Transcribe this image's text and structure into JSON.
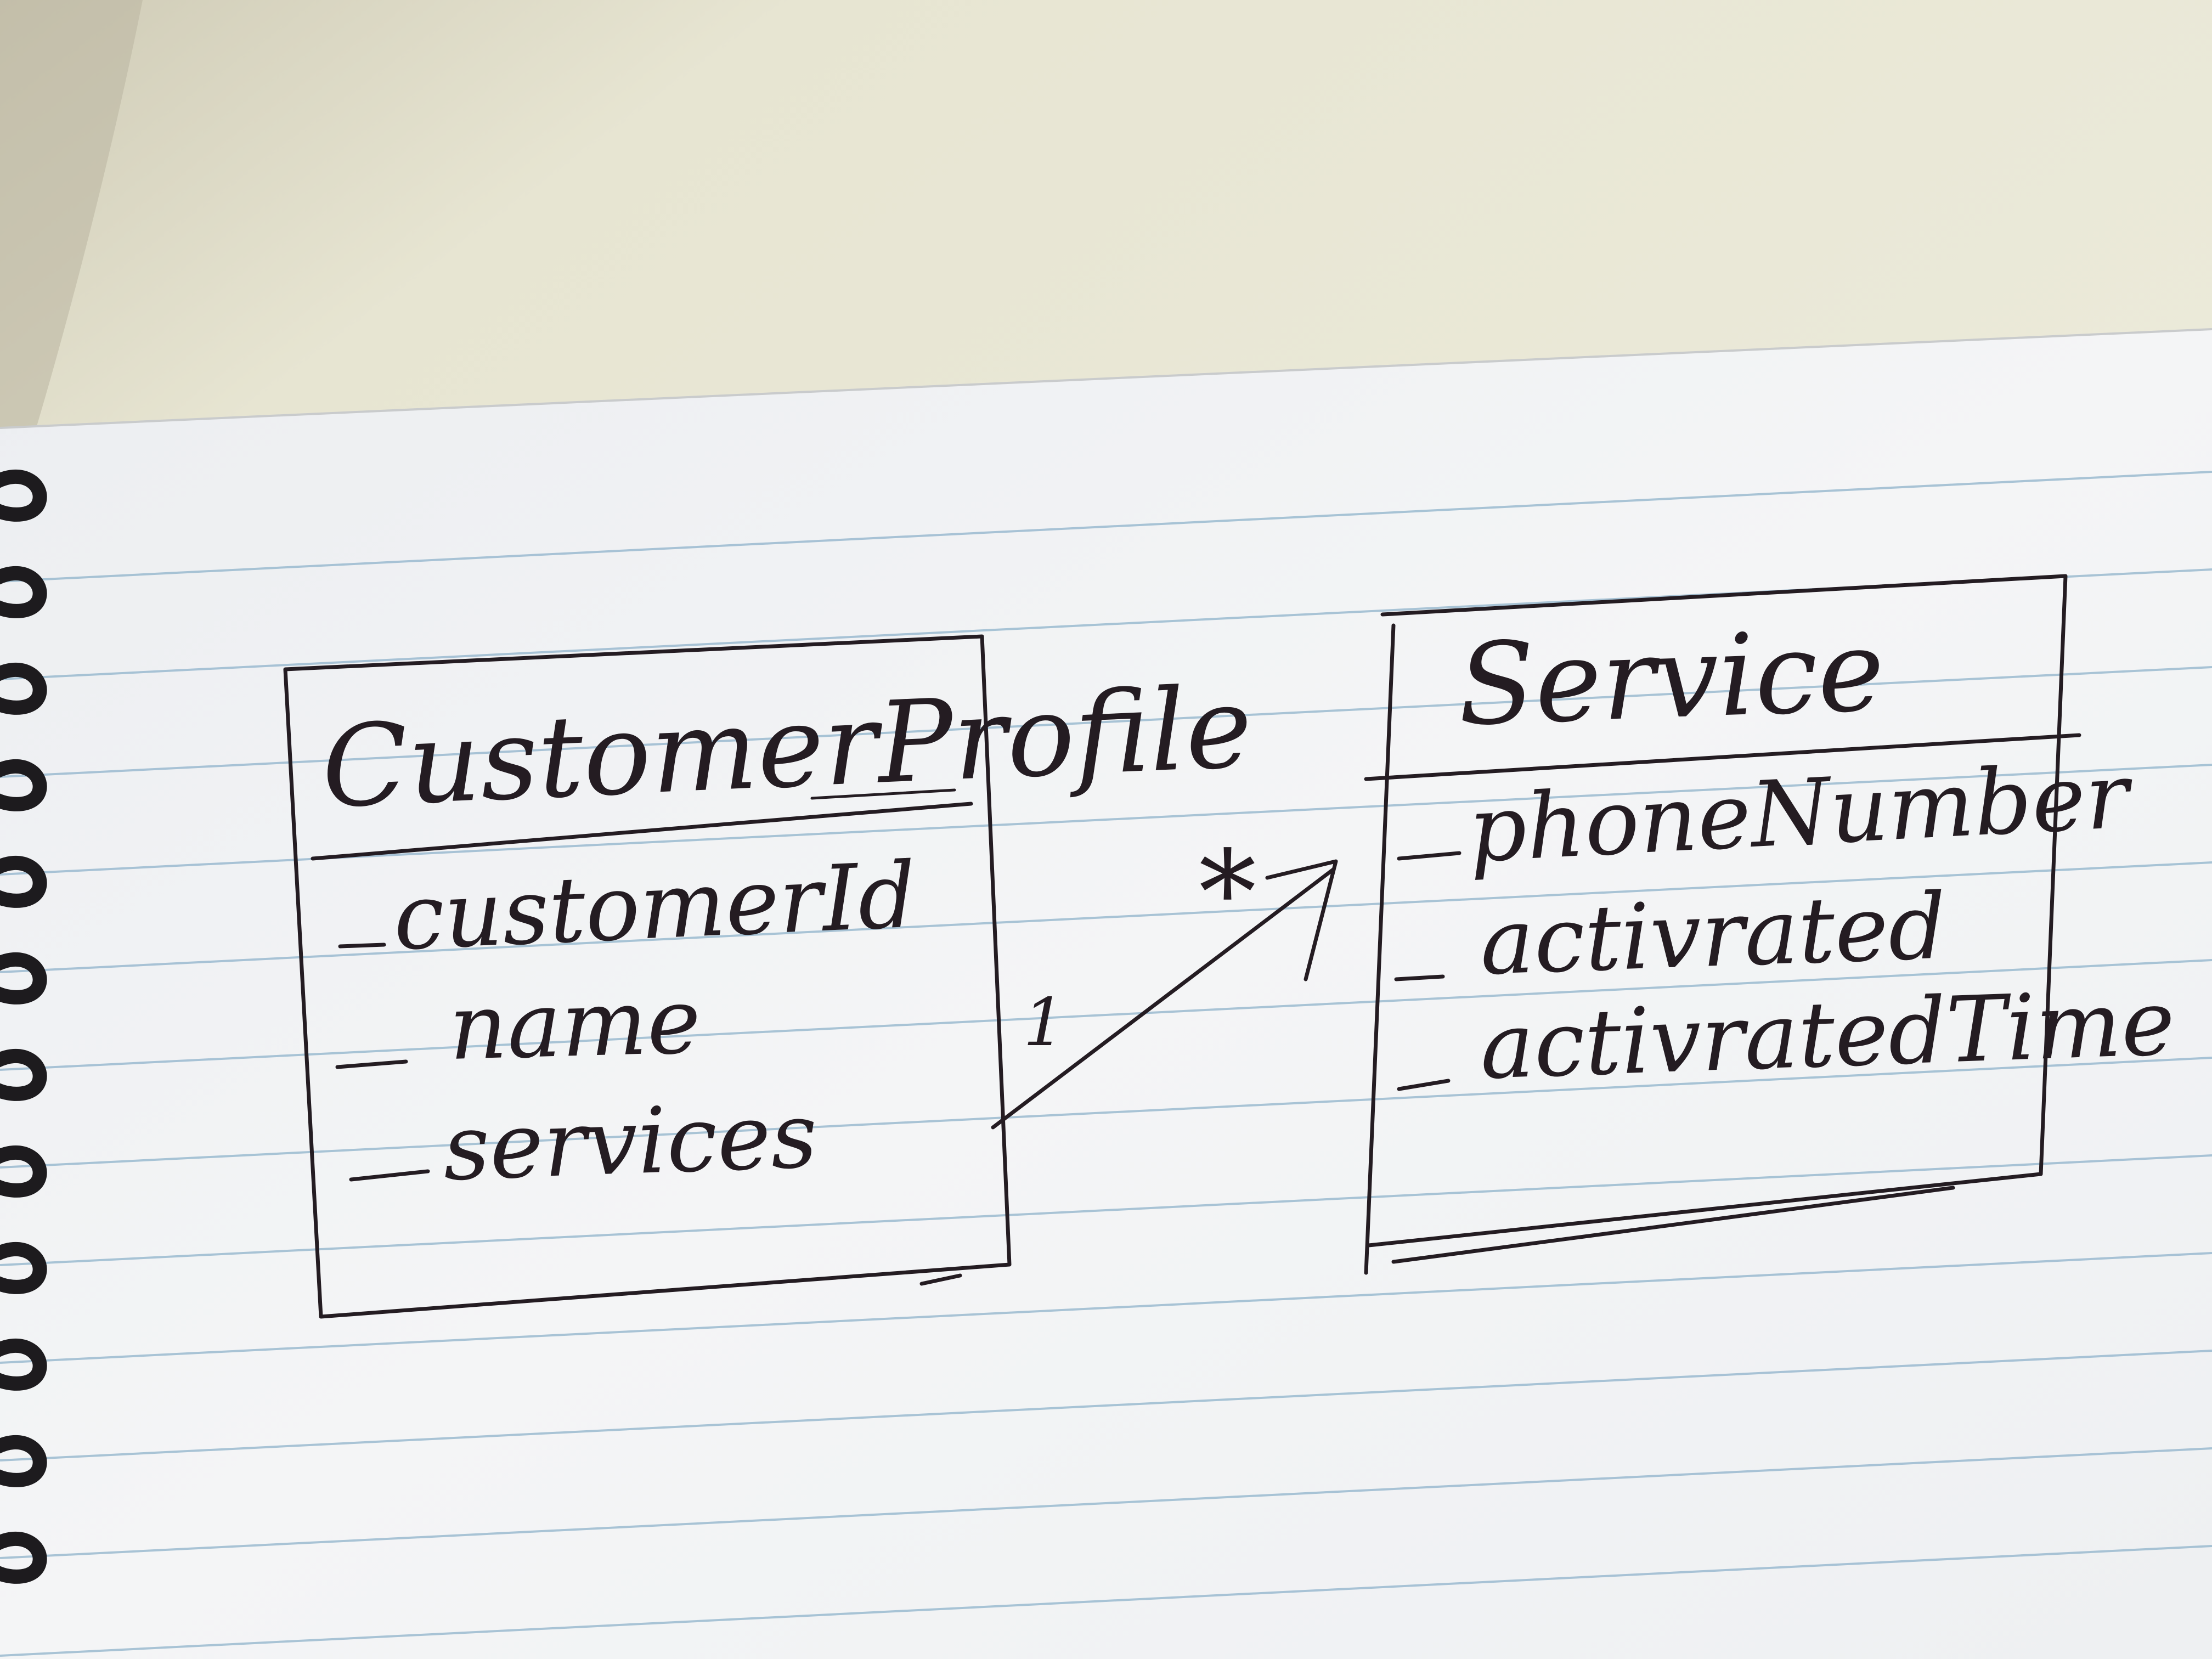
{
  "diagram": {
    "classes": [
      {
        "name": "CustomerProfile",
        "attributes": [
          "customerId",
          "name",
          "services"
        ]
      },
      {
        "name": "Service",
        "attributes": [
          "phoneNumber",
          "activrated",
          "activratedTime"
        ]
      }
    ],
    "association": {
      "source_multiplicity": "1",
      "target_multiplicity": "*"
    },
    "colors": {
      "ink": "#241c22",
      "paper": "#f2f3f4",
      "rule_line": "#8fb3cb",
      "wall": "#ebe9da",
      "spiral": "#1d1b1e"
    }
  }
}
